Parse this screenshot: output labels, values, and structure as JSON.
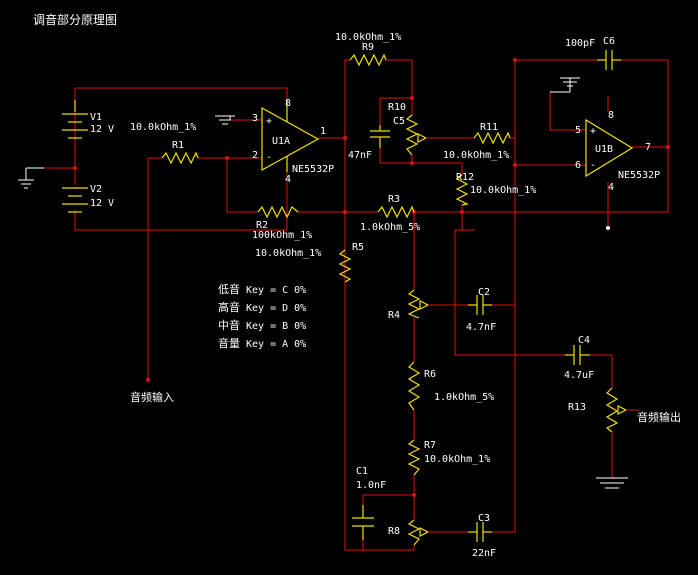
{
  "title": "调音部分原理图",
  "components": {
    "v1": {
      "ref": "V1",
      "value": "12 V"
    },
    "v2": {
      "ref": "V2",
      "value": "12 V"
    },
    "r1": {
      "ref": "R1",
      "value": "10.0kOhm_1%"
    },
    "r2": {
      "ref": "R2",
      "value": "100kOhm_1%"
    },
    "r3": {
      "ref": "R3",
      "value": "1.0kOhm_5%"
    },
    "r5": {
      "ref": "R5",
      "value": "10.0kOhm_1%"
    },
    "r6": {
      "ref": "R6",
      "value": "1.0kOhm_5%"
    },
    "r7": {
      "ref": "R7",
      "value": "10.0kOhm_1%"
    },
    "r9": {
      "ref": "R9",
      "value": "10.0kOhm_1%"
    },
    "r10": {
      "ref": "R10"
    },
    "r11": {
      "ref": "R11",
      "value": "10.0kOhm_1%"
    },
    "r12": {
      "ref": "R12",
      "value": "10.0kOhm_1%"
    },
    "r4": {
      "ref": "R4"
    },
    "r8": {
      "ref": "R8"
    },
    "r13": {
      "ref": "R13"
    },
    "c1": {
      "ref": "C1",
      "value": "1.0nF"
    },
    "c2": {
      "ref": "C2",
      "value": "4.7nF"
    },
    "c3": {
      "ref": "C3",
      "value": "22nF"
    },
    "c4": {
      "ref": "C4",
      "value": "4.7uF"
    },
    "c5": {
      "ref": "C5",
      "value": "47nF"
    },
    "c6": {
      "ref": "C6",
      "value": "100pF"
    },
    "u1a": {
      "ref": "U1A",
      "value": "NE5532P",
      "pins": [
        "3",
        "2",
        "8",
        "4",
        "1"
      ]
    },
    "u1b": {
      "ref": "U1B",
      "value": "NE5532P",
      "pins": [
        "5",
        "6",
        "8",
        "4",
        "7"
      ]
    }
  },
  "keys": [
    {
      "name": "低音",
      "text": "Key = C  0%"
    },
    {
      "name": "高音",
      "text": "Key = D  0%"
    },
    {
      "name": "中音",
      "text": "Key = B  0%"
    },
    {
      "name": "音量",
      "text": "Key = A  0%"
    }
  ],
  "labels": {
    "input": "音频输入",
    "output": "音频输出"
  },
  "colors": {
    "wire": "#e01010",
    "component": "#f0e000",
    "ground": "#ffffff",
    "background": "#000000"
  }
}
